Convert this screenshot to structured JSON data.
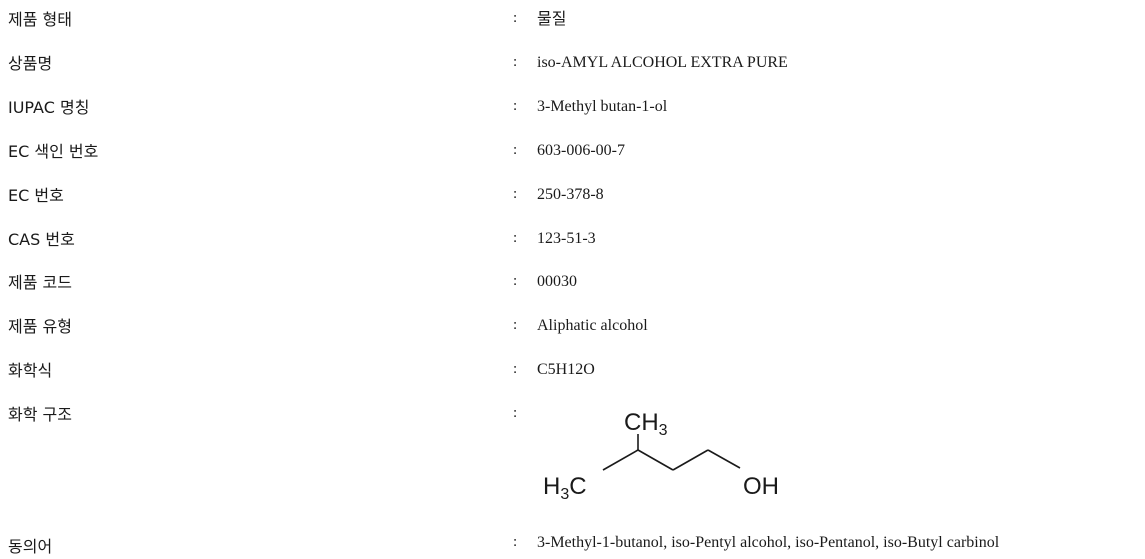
{
  "fields": [
    {
      "label": "제품 형태",
      "value": "물질"
    },
    {
      "label": "상품명",
      "value": "iso-AMYL ALCOHOL EXTRA PURE"
    },
    {
      "label": "IUPAC 명칭",
      "value": "3-Methyl butan-1-ol"
    },
    {
      "label": "EC 색인 번호",
      "value": "603-006-00-7"
    },
    {
      "label": "EC 번호",
      "value": "250-378-8"
    },
    {
      "label": "CAS 번호",
      "value": "123-51-3"
    },
    {
      "label": "제품 코드",
      "value": "00030"
    },
    {
      "label": "제품 유형",
      "value": "Aliphatic alcohol"
    },
    {
      "label": "화학식",
      "value": "C5H12O"
    },
    {
      "label": "화학 구조",
      "value": ""
    },
    {
      "label": "동의어",
      "value": "3-Methyl-1-butanol, iso-Pentyl alcohol, iso-Pentanol, iso-Butyl carbinol"
    }
  ],
  "separator": ":",
  "structure": {
    "ch3_top": {
      "main": "CH",
      "sub": "3"
    },
    "h3c": {
      "h": "H",
      "sub": "3",
      "c": "C"
    },
    "oh": "OH"
  }
}
